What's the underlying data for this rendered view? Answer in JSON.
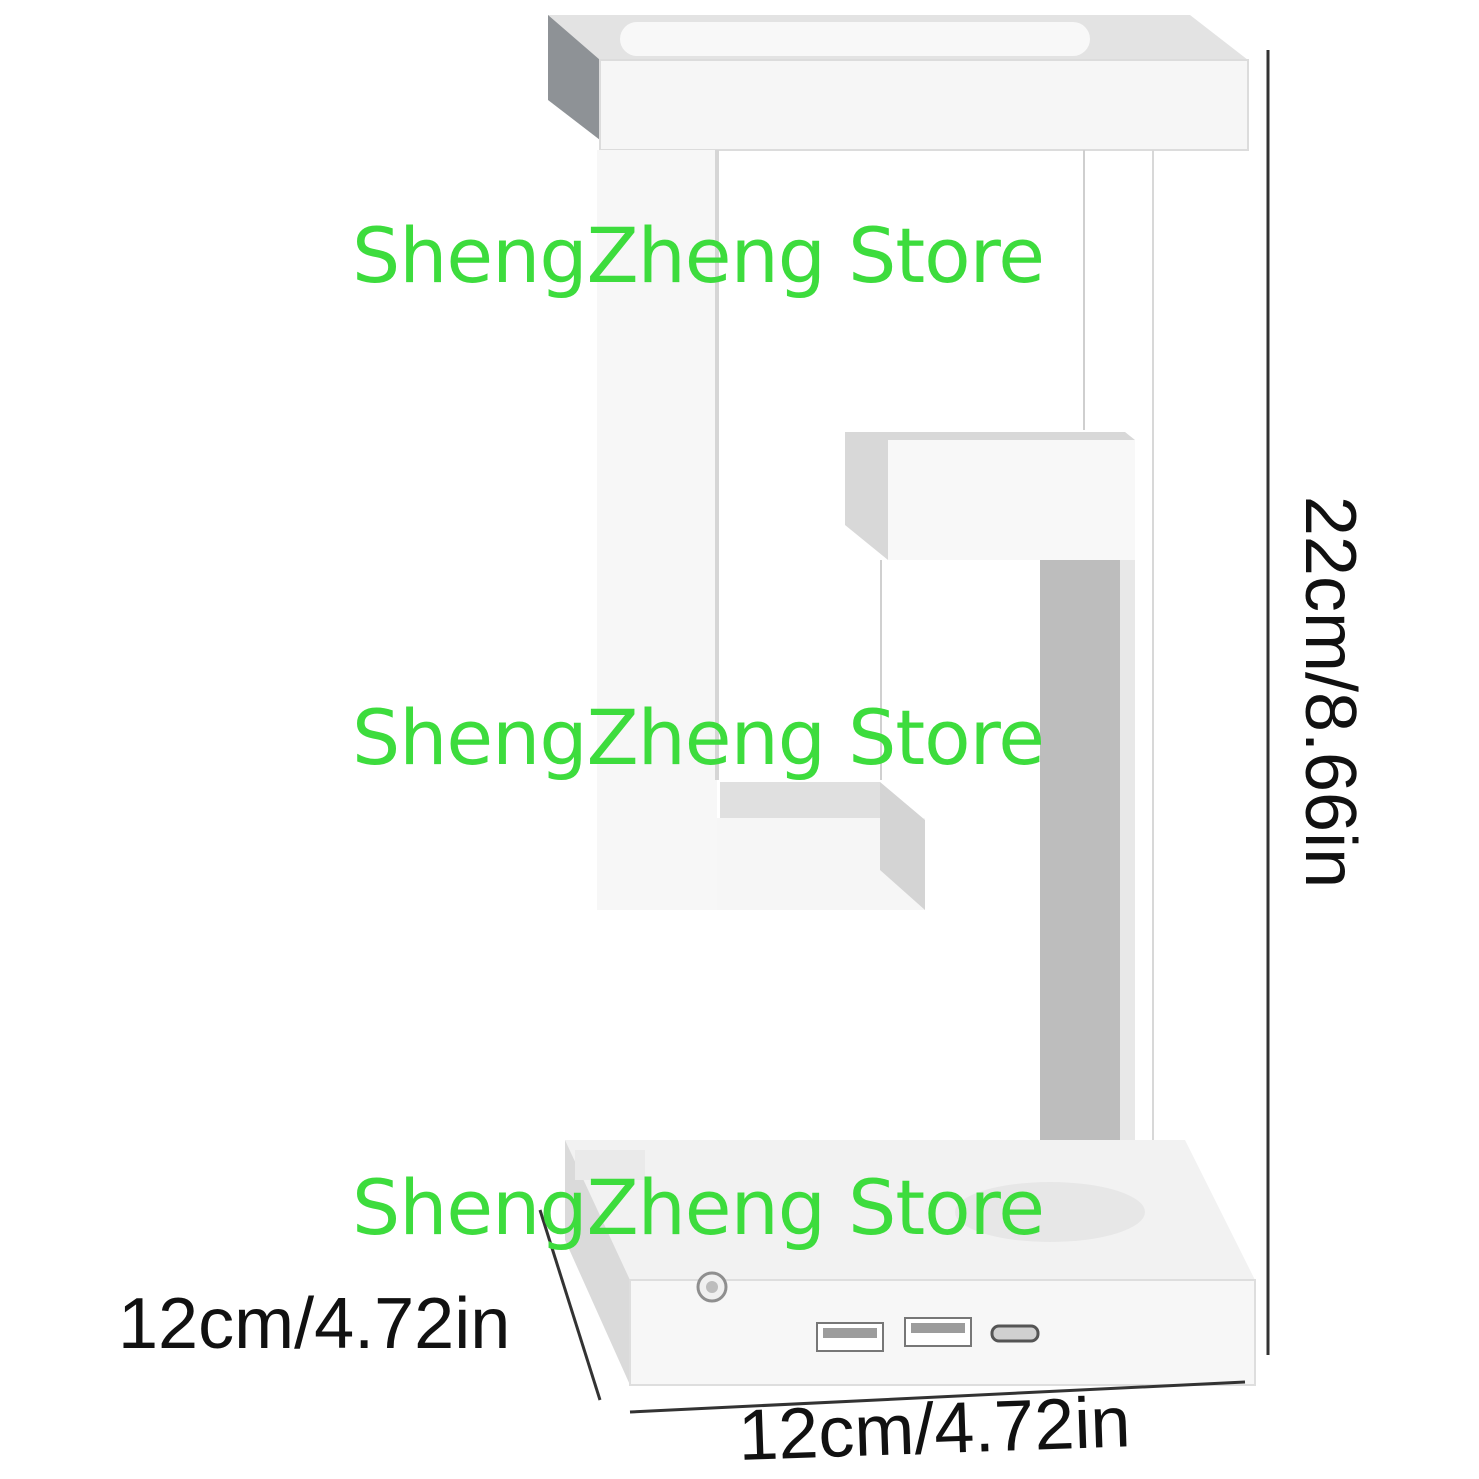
{
  "watermark": {
    "line1": "ShengZheng Store",
    "line2": "ShengZheng Store",
    "line3": "ShengZheng Store",
    "color": "#3ddc3d"
  },
  "dimensions": {
    "height": "22cm/8.66in",
    "width": "12cm/4.72in",
    "depth": "12cm/4.72in"
  },
  "product": {
    "color": "#f4f4f4",
    "ports": [
      "usb-a-port-icon",
      "usb-a-port-icon",
      "usb-c-port-icon"
    ],
    "button_icon": "power-touch-icon"
  }
}
